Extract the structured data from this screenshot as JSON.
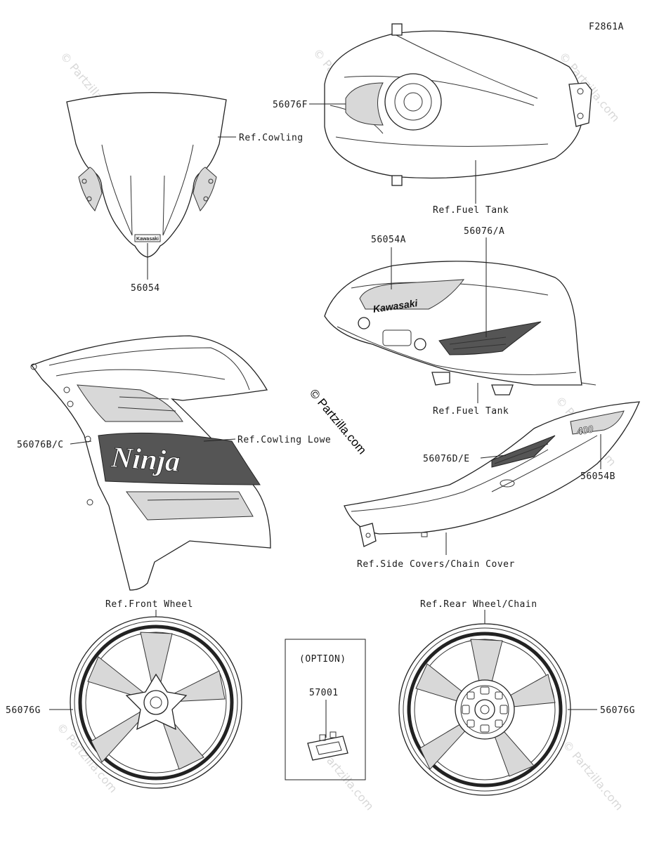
{
  "diagram_id": "F2861A",
  "center_watermark": "© Partzilla.com",
  "watermark_text": "© Partzilla.com",
  "labels": {
    "cowling_ref": "Ref.Cowling",
    "windscreen_part": "56054",
    "tank_top_part": "56076F",
    "tank_top_ref": "Ref.Fuel Tank",
    "tank_side_part_a": "56054A",
    "tank_side_part_b": "56076/A",
    "tank_side_ref": "Ref.Fuel Tank",
    "cowling_lower_part": "56076B/C",
    "cowling_lower_ref": "Ref.Cowling Lowe",
    "side_cover_part_de": "56076D/E",
    "side_cover_part_b": "56054B",
    "side_cover_ref": "Ref.Side Covers/Chain Cover",
    "front_wheel_ref": "Ref.Front Wheel",
    "front_wheel_part": "56076G",
    "option_title": "(OPTION)",
    "option_part": "57001",
    "rear_wheel_ref": "Ref.Rear Wheel/Chain",
    "rear_wheel_part": "56076G"
  },
  "decals": {
    "windscreen_logo": "Kawasaki",
    "tank_logo": "Kawasaki",
    "fairing_script": "Ninja",
    "tail_badge": "400"
  }
}
